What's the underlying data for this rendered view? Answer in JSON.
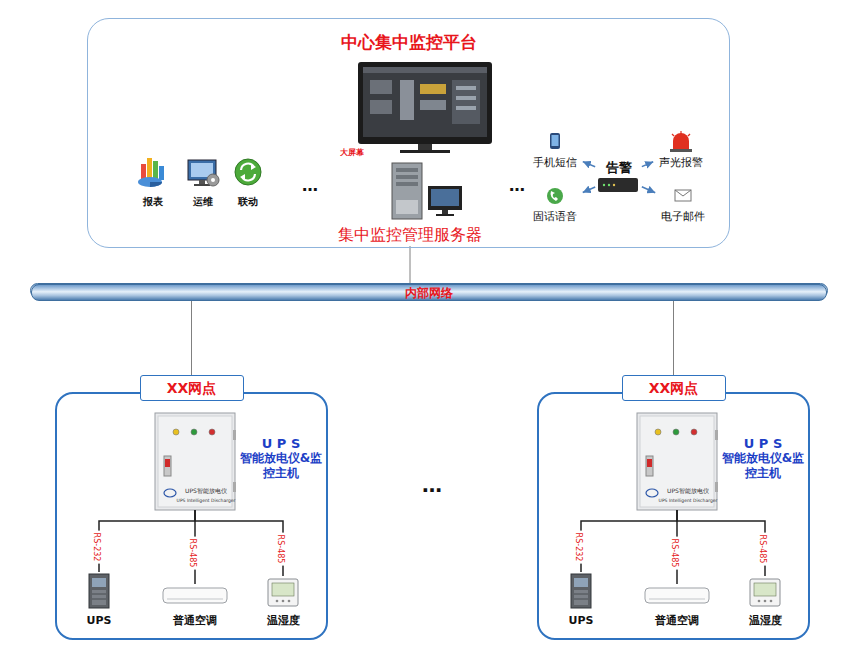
{
  "diagram": {
    "nodes": [
      {
        "text": [
          "中心集中监控平台"
        ]
      },
      {
        "text": [
          "集中监控管理服务器"
        ],
        "in": 0
      },
      {
        "text": [
          "告警"
        ],
        "in": 0
      },
      {
        "text": [
          "手机短信"
        ],
        "in": 0
      },
      {
        "text": [
          "声光报警"
        ],
        "in": 0
      },
      {
        "text": [
          "固话语音"
        ],
        "in": 0
      },
      {
        "text": [
          "电子邮件"
        ],
        "in": 0
      },
      {
        "text": [
          "内部网络"
        ]
      },
      {
        "text": [
          "XX网点"
        ]
      },
      {
        "text": [
          "U P S",
          "智能放电仪&监控主机"
        ],
        "in": 8
      },
      {
        "text": [
          "UPS"
        ],
        "in": 8
      },
      {
        "text": [
          "普通空调"
        ],
        "in": 8
      },
      {
        "text": [
          "温湿度"
        ],
        "in": 8
      },
      {
        "text": [
          "XX网点"
        ]
      },
      {
        "text": [
          "U P S",
          "智能放电仪&监控主机"
        ],
        "in": 13
      },
      {
        "text": [
          "UPS"
        ],
        "in": 13
      },
      {
        "text": [
          "普通空调"
        ],
        "in": 13
      },
      {
        "text": [
          "温湿度"
        ],
        "in": 13
      }
    ],
    "edges": [
      {
        "from": 1,
        "to": 7,
        "arrow": "none"
      },
      {
        "from": 7,
        "to": 8,
        "arrow": "none"
      },
      {
        "from": 7,
        "to": 13,
        "arrow": "none"
      },
      {
        "from": 2,
        "to": 3,
        "arrow": "to"
      },
      {
        "from": 2,
        "to": 4,
        "arrow": "to"
      },
      {
        "from": 2,
        "to": 5,
        "arrow": "to"
      },
      {
        "from": 2,
        "to": 6,
        "arrow": "to"
      },
      {
        "from": 9,
        "to": 10,
        "label": "RS-232",
        "arrow": "none"
      },
      {
        "from": 9,
        "to": 11,
        "label": "RS-485",
        "arrow": "none"
      },
      {
        "from": 9,
        "to": 12,
        "label": "RS-485",
        "arrow": "none"
      },
      {
        "from": 14,
        "to": 15,
        "label": "RS-232",
        "arrow": "none"
      },
      {
        "from": 14,
        "to": 16,
        "label": "RS-485",
        "arrow": "none"
      },
      {
        "from": 14,
        "to": 17,
        "label": "RS-485",
        "arrow": "none"
      }
    ],
    "labels": [
      "报表",
      "运维",
      "联动",
      "…",
      "大屏幕",
      "…",
      "…",
      "UPS智能放电仪",
      "UPS Intelligent Discharger",
      "UPS智能放电仪",
      "UPS Intelligent Discharger"
    ]
  }
}
